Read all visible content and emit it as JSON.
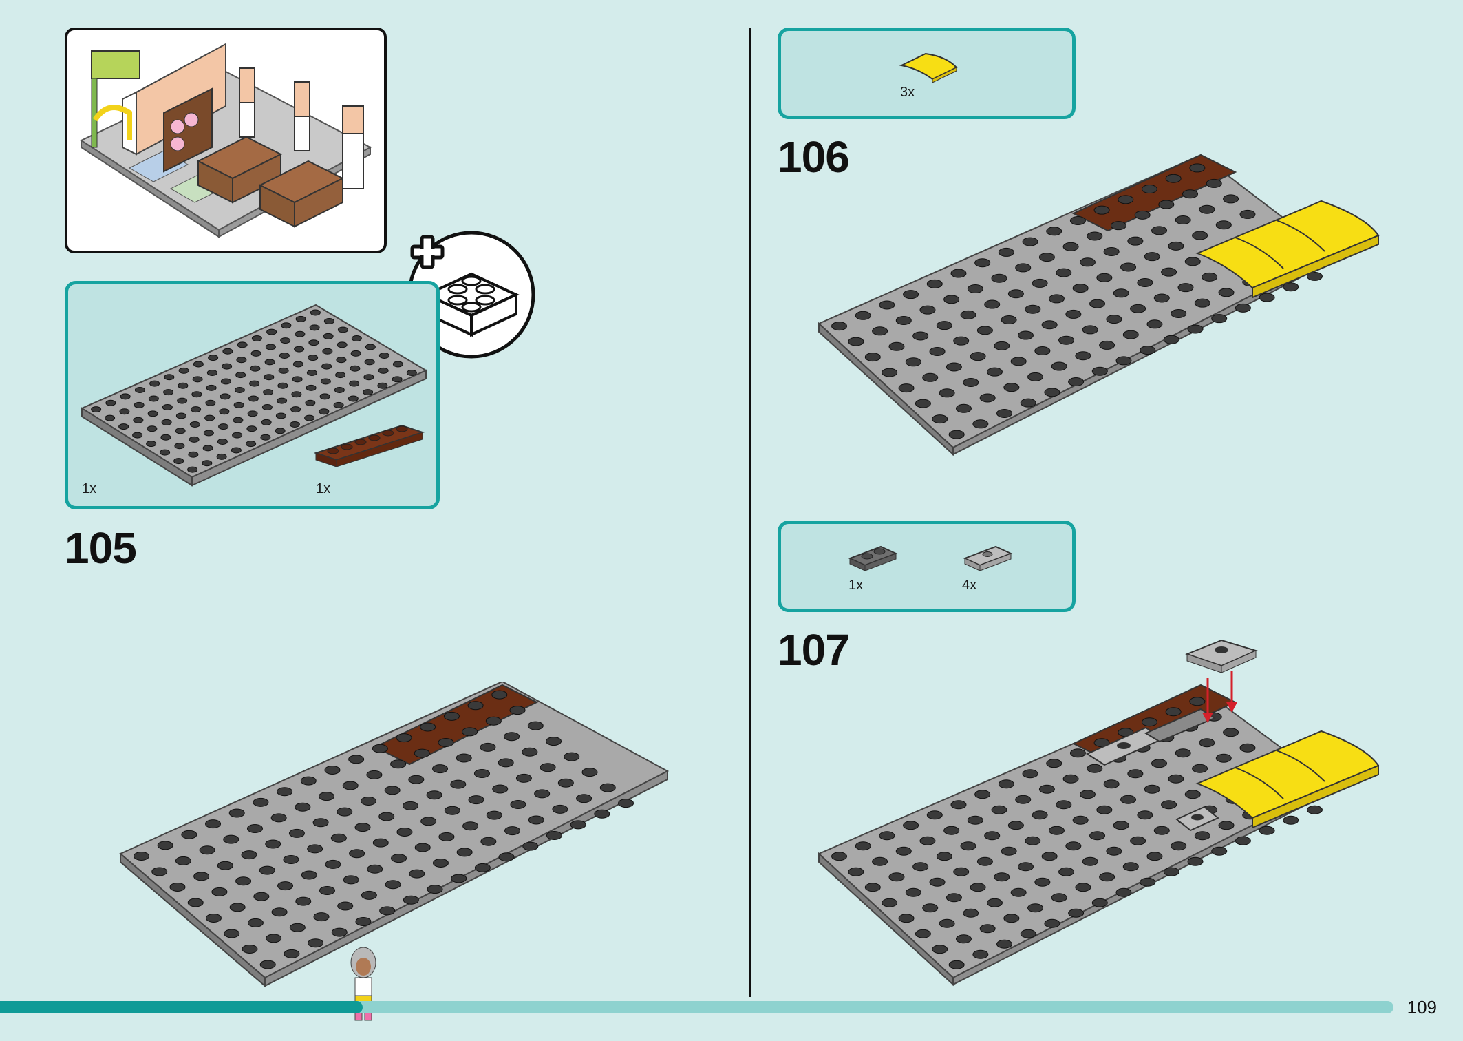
{
  "page": {
    "number": "109"
  },
  "progress": {
    "fraction": 0.26
  },
  "preview": {
    "title": ""
  },
  "add_bag_icon": "plus-brick-icon",
  "steps": [
    {
      "number": "105",
      "parts": [
        {
          "name": "gray-baseplate",
          "qty": "1x"
        },
        {
          "name": "brown-plate-1x6",
          "qty": "1x"
        }
      ]
    },
    {
      "number": "106",
      "parts": [
        {
          "name": "yellow-curved-slope",
          "qty": "3x"
        }
      ]
    },
    {
      "number": "107",
      "parts": [
        {
          "name": "dark-gray-plate-1x2",
          "qty": "1x"
        },
        {
          "name": "light-gray-jumper-plate",
          "qty": "4x"
        }
      ]
    }
  ],
  "colors": {
    "background": "#d4eceb",
    "accent": "#16a3a0",
    "plate_gray": "#a9a9a9",
    "brown": "#6b2e14",
    "yellow": "#f7de14"
  }
}
